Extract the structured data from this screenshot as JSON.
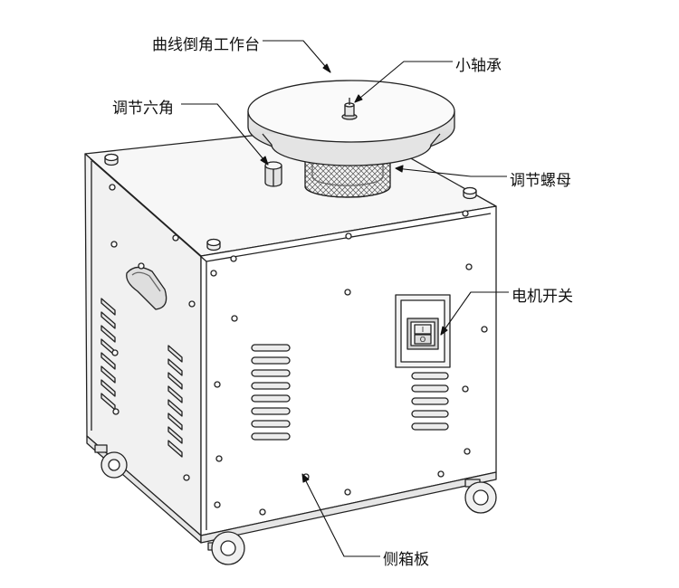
{
  "labels": {
    "worktable": "曲线倒角工作台",
    "small_bearing": "小轴承",
    "adjust_hex": "调节六角",
    "adjust_nut": "调节螺母",
    "motor_switch": "电机开关",
    "side_panel": "侧箱板"
  },
  "switch": {
    "on_symbol": "I",
    "off_symbol": "O"
  },
  "colors": {
    "line": "#222222",
    "body_front": "#ffffff",
    "body_side": "#f2f2f2",
    "body_top": "#f7f7f7",
    "shade": "#d8d8d8"
  }
}
